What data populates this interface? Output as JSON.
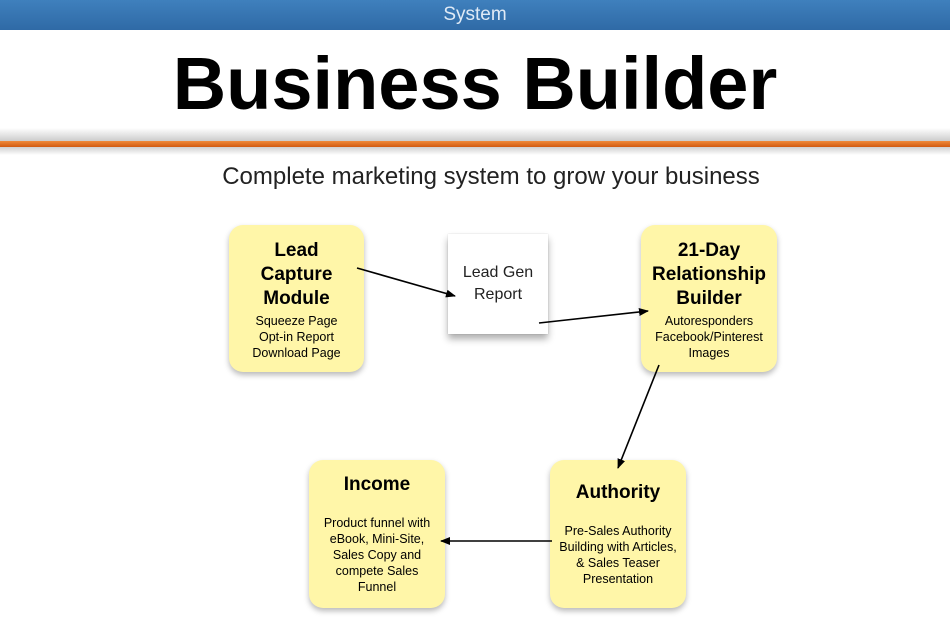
{
  "header": {
    "bar_label": "System",
    "title": "Business Builder",
    "subtitle": "Complete marketing system to grow your business"
  },
  "nodes": {
    "lead_capture": {
      "title": "Lead Capture Module",
      "lines": [
        "Squeeze Page",
        "Opt-in Report",
        "Download Page"
      ]
    },
    "report": {
      "label": "Lead Gen Report"
    },
    "relationship": {
      "title": "21-Day Relationship Builder",
      "lines": [
        "Autoresponders",
        "Facebook/Pinterest",
        "Images"
      ]
    },
    "authority": {
      "title": "Authority",
      "text": "Pre-Sales Authority Building with Articles, & Sales Teaser Presentation"
    },
    "income": {
      "title": "Income",
      "text": "Product funnel with eBook, Mini-Site, Sales Copy and compete Sales Funnel"
    }
  },
  "colors": {
    "node_fill": "#fff6a8",
    "bar": "#3575b4",
    "accent_stripe": "#e4701f"
  }
}
